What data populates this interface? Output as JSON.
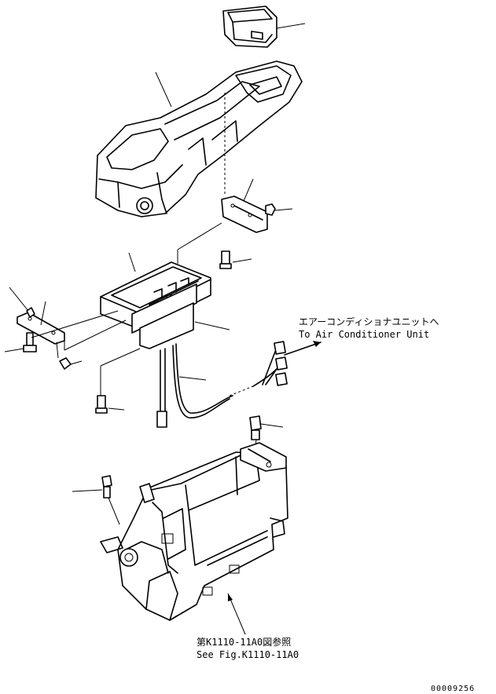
{
  "labels": {
    "ac_jp": "エアーコンディショナユニットへ",
    "ac_en": "To Air Conditioner Unit",
    "ref_jp": "第K1110-11A0図参照",
    "ref_en": "See Fig.K1110-11A0",
    "drawing_number": "00009256"
  }
}
